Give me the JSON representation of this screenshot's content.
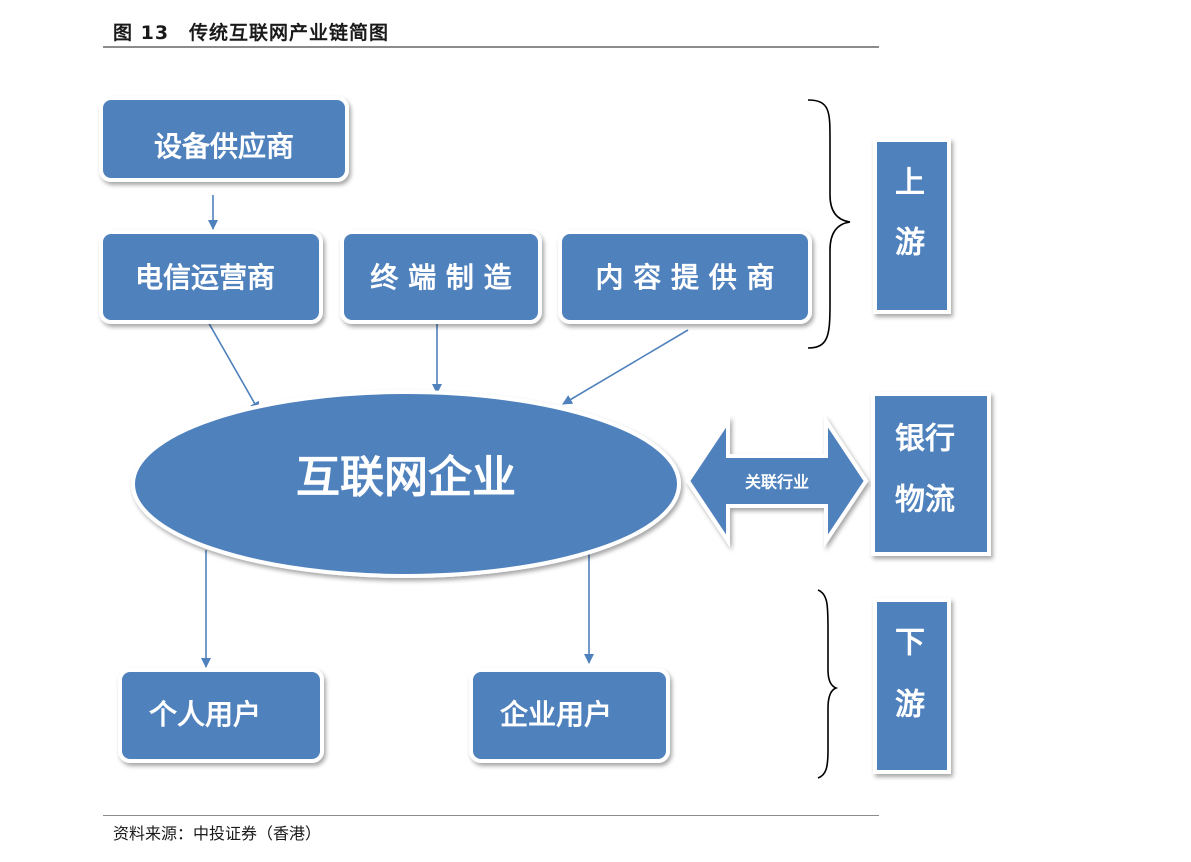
{
  "header": {
    "title": "图 13　传统互联网产业链简图"
  },
  "footer": {
    "source": "资料来源：中投证券（香港）"
  },
  "nodes": {
    "equipment": "设备供应商",
    "telecom": "电信运营商",
    "terminal": "终 端 制 造",
    "content": "内 容 提 供 商",
    "internet": "互联网企业",
    "personal": "个人用户",
    "enterprise": "企业用户",
    "related": "关联行业"
  },
  "side_labels": {
    "upstream": [
      "上",
      "游"
    ],
    "bank": [
      "银行",
      "物流"
    ],
    "downstream": [
      "下",
      "游"
    ]
  },
  "colors": {
    "box_fill": "#4f81bd",
    "box_border": "#ffffff",
    "arrow": "#4f81bd",
    "bracket": "#000000"
  }
}
